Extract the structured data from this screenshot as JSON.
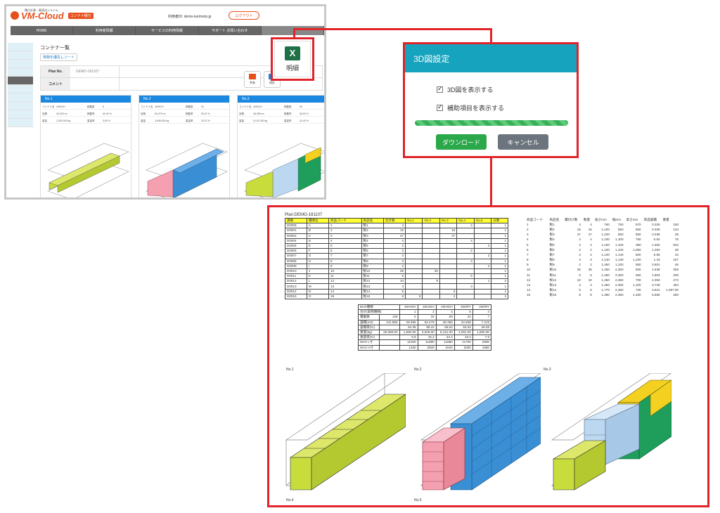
{
  "app": {
    "logo_sub": "積付計算・最適化システム",
    "logo_text": "VM-Cloud",
    "logo_badge": "コンテナ積付",
    "user_label": "利用者ID: demo-kurimoto.jp",
    "logout": "ログアウト",
    "nav": [
      "HOME",
      "利用者情報",
      "サービスの利用情報",
      "サポート お問い合わせ",
      ""
    ],
    "page_title": "コンテナ一覧",
    "sort_link": "荷物を優先しソート",
    "plan": {
      "plan_no_key": "Plan No.",
      "plan_no_val": "DEMO-181107",
      "comment_key": "コメント",
      "comment_val": ""
    },
    "tools": {
      "export": "共有",
      "reload": "再計"
    },
    "cards": [
      {
        "title": "No.1",
        "rows": [
          [
            "コンテナ名",
            "40HIGH",
            "積載数",
            "6"
          ],
          [
            "容積",
            "30.000 m³",
            "積載率",
            "50.42 %"
          ],
          [
            "重量",
            "1,300.000 kg",
            "重量率",
            "3.50 %"
          ]
        ]
      },
      {
        "title": "No.2",
        "rows": [
          [
            "コンテナ名",
            "40HIGH",
            "積載数",
            "34"
          ],
          [
            "容積",
            "63.479 m³",
            "積載率",
            "95.22 %"
          ],
          [
            "重量",
            "3,648.000 kg",
            "重量率",
            "15.22 %"
          ]
        ]
      },
      {
        "title": "No.3",
        "rows": [
          [
            "コンテナ名",
            "40HIGH",
            "積載数",
            "69"
          ],
          [
            "容積",
            "48.355 m³",
            "積載率",
            "66.53 %"
          ],
          [
            "重量",
            "9,131.000 kg",
            "重量率",
            "34.40 %"
          ]
        ]
      }
    ]
  },
  "excel_button": {
    "icon": "X",
    "label": "明細"
  },
  "dialog": {
    "title": "3D図設定",
    "opt1": "3D図を表示する",
    "opt2": "補助項目を表示する",
    "progress": 1.0,
    "download": "ダウンロード",
    "cancel": "キャンセル",
    "colors": {
      "header": "#16a3bd",
      "download": "#2aa84a",
      "cancel": "#6c757d",
      "callout": "#e0242a"
    }
  },
  "sheet": {
    "plan_title": "Plan:DEMO-181107",
    "main_headers": [
      "識番",
      "積順位",
      "商品コード",
      "商品名",
      "合計数",
      "No.1",
      "No.2",
      "No.3",
      "No.4",
      "No.5",
      "分数"
    ],
    "main_rows": [
      [
        "D0009",
        "A",
        "1",
        "製1",
        "4",
        "",
        "",
        "",
        "4",
        "",
        "1"
      ],
      [
        "D0001",
        "B",
        "2",
        "製2",
        "15",
        "",
        "",
        "15",
        "",
        "",
        "1"
      ],
      [
        "D0002",
        "C",
        "3",
        "製3",
        "47",
        "",
        "",
        "47",
        "",
        "",
        "1"
      ],
      [
        "D0004",
        "D",
        "4",
        "製4",
        "4",
        "",
        "",
        "",
        "4",
        "",
        "1"
      ],
      [
        "D0005",
        "E",
        "5",
        "製5",
        "2",
        "",
        "",
        "",
        "",
        "2",
        "1"
      ],
      [
        "D0006",
        "F",
        "6",
        "製6",
        "2",
        "",
        "",
        "",
        "2",
        "",
        "1"
      ],
      [
        "D0007",
        "G",
        "7",
        "製7",
        "2",
        "",
        "",
        "",
        "",
        "2",
        "1"
      ],
      [
        "D0008",
        "H",
        "8",
        "製8",
        "3",
        "",
        "",
        "",
        "3",
        "",
        "1"
      ],
      [
        "D0009",
        "I",
        "9",
        "製9",
        "2",
        "",
        "",
        "",
        "",
        "2",
        "1"
      ],
      [
        "D0010",
        "J",
        "10",
        "製10",
        "35",
        "",
        "35",
        "",
        "",
        "",
        "1"
      ],
      [
        "D0011",
        "K",
        "11",
        "製11",
        "6",
        "",
        "",
        "",
        "6",
        "",
        "1"
      ],
      [
        "D0012",
        "L",
        "12",
        "製12",
        "10",
        "",
        "9",
        "",
        "",
        "1",
        "2"
      ],
      [
        "D0013",
        "M",
        "13",
        "製13",
        "3",
        "",
        "",
        "",
        "3",
        "",
        "1"
      ],
      [
        "D0014",
        "N",
        "14",
        "製14",
        "5",
        "",
        "",
        "5",
        "",
        "",
        "1"
      ],
      [
        "D0015",
        "O",
        "15",
        "製15",
        "8",
        "6",
        "",
        "2",
        "",
        "",
        "2"
      ]
    ],
    "summary_headers": [
      "BOX種類",
      "40HIGH",
      "40HIGH",
      "40HIGH",
      "40DRY",
      "20DRY"
    ],
    "summary_rows": [
      [
        "合計(取物種類)",
        "1",
        "2",
        "4",
        "6",
        "4"
      ],
      [
        "積載数",
        "138",
        "6",
        "34",
        "69",
        "22",
        "7"
      ],
      [
        "容積(m3)",
        "131.855",
        "29.395",
        "63.479",
        "48.355",
        "22.938",
        "7.218"
      ],
      [
        "容積率(%)",
        "",
        "54.35",
        "95.22",
        "66.53",
        "53.04",
        "26.05"
      ],
      [
        "重量(kg)",
        "25,080.00",
        "1,560.00",
        "3,648.00",
        "9,131.00",
        "4,091.00",
        "1,650.00"
      ],
      [
        "重量率(%)",
        "",
        "5.9",
        "15.2",
        "34.4",
        "15.3",
        "7.6"
      ],
      [
        "MAX L寸",
        "",
        "11940",
        "11880",
        "11880",
        "11700",
        "2800"
      ],
      [
        "MAX H寸",
        "",
        "1460",
        "2500",
        "2040",
        "2000",
        "1580"
      ]
    ],
    "prod_headers": [
      "商品コード",
      "商品名",
      "積付け数",
      "数量",
      "長さmm",
      "幅mm",
      "高さmm",
      "単品容積",
      "重量"
    ],
    "prod_rows": [
      [
        "1",
        "製1",
        "4",
        "4",
        "760",
        "750",
        "570",
        "0.329",
        "150"
      ],
      [
        "2",
        "製2",
        "15",
        "15",
        "1,100",
        "550",
        "550",
        "0.339",
        "134"
      ],
      [
        "3",
        "製3",
        "47",
        "47",
        "1,100",
        "550",
        "550",
        "0.339",
        "28"
      ],
      [
        "4",
        "製4",
        "4",
        "4",
        "1,100",
        "1,100",
        "750",
        "0.92",
        "78"
      ],
      [
        "5",
        "製5",
        "2",
        "2",
        "1,100",
        "1,100",
        "350",
        "1.302",
        "634"
      ],
      [
        "6",
        "製6",
        "2",
        "2",
        "1,100",
        "1,100",
        "1,050",
        "1.283",
        "48"
      ],
      [
        "7",
        "製7",
        "2",
        "2",
        "1,140",
        "1,140",
        "500",
        "0.65",
        "44"
      ],
      [
        "8",
        "製8",
        "3",
        "3",
        "1,140",
        "1,140",
        "1,100",
        "1.43",
        "157"
      ],
      [
        "9",
        "製9",
        "2",
        "2",
        "1,450",
        "1,100",
        "550",
        "0.601",
        "46"
      ],
      [
        "10",
        "製10",
        "35",
        "35",
        "1,450",
        "2,350",
        "500",
        "1.638",
        "306"
      ],
      [
        "11",
        "製11",
        "6",
        "6",
        "1,450",
        "2,350",
        "550",
        "1.803",
        "200"
      ],
      [
        "12",
        "製12",
        "10",
        "10",
        "1,450",
        "2,350",
        "700",
        "2.393",
        "272"
      ],
      [
        "13",
        "製13",
        "3",
        "3",
        "1,450",
        "2,350",
        "1,100",
        "3.749",
        "464"
      ],
      [
        "14",
        "製14",
        "5",
        "5",
        "1,770",
        "2,350",
        "730",
        "3.821",
        "1,067.00"
      ],
      [
        "15",
        "製15",
        "8",
        "8",
        "1,380",
        "2,350",
        "1,450",
        "6.556",
        "260"
      ]
    ],
    "container_labels": [
      "No.1",
      "No.2",
      "No.3",
      "No.4",
      "No.5"
    ],
    "colors": {
      "lime": "#c8dc3c",
      "pink": "#f4a0b0",
      "blue": "#3a8fd4",
      "lightblue": "#bcd8f0",
      "green": "#1e9e5a",
      "yellow": "#f4d020"
    }
  }
}
